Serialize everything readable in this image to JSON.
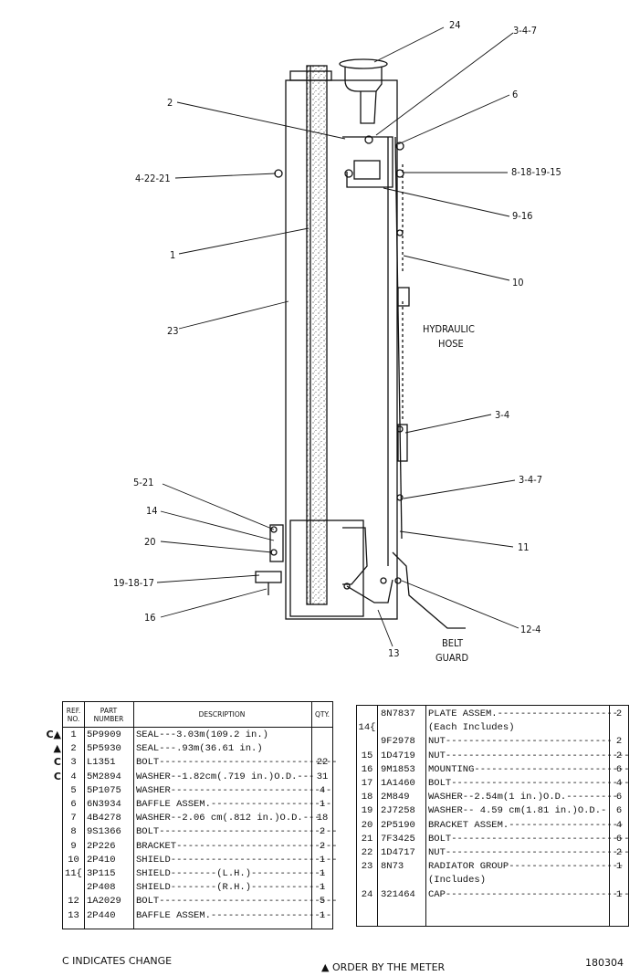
{
  "drawing": {
    "callouts": [
      "24",
      "3-4-7",
      "2",
      "6",
      "4-22-21",
      "8-18-19-15",
      "9-16",
      "1",
      "10",
      "23",
      "3-4",
      "3-4-7",
      "5-21",
      "14",
      "20",
      "11",
      "19-18-17",
      "12-4",
      "16",
      "13"
    ],
    "labels": {
      "hydraulic_hose_1": "HYDRAULIC",
      "hydraulic_hose_2": "HOSE",
      "belt_guard_1": "BELT",
      "belt_guard_2": "GUARD"
    }
  },
  "table_left": {
    "headers": {
      "ref_line1": "REF.",
      "ref_line2": "NO.",
      "part_line1": "PART",
      "part_line2": "NUMBER",
      "description": "DESCRIPTION",
      "qty": "QTY."
    },
    "rows": [
      {
        "mark": "C▲",
        "ref": "1",
        "part": "5P9909",
        "desc": "SEAL---3.03m(109.2 in.)",
        "qty": ""
      },
      {
        "mark": "▲",
        "ref": "2",
        "part": "5P5930",
        "desc": "SEAL---.93m(36.61 in.)",
        "qty": ""
      },
      {
        "mark": "C",
        "ref": "3",
        "part": "L1351",
        "desc": "BOLT-------------------------------",
        "qty": "22"
      },
      {
        "mark": "C",
        "ref": "4",
        "part": "5M2894",
        "desc": "WASHER--1.82cm(.719 in.)O.D.---",
        "qty": "31"
      },
      {
        "mark": "",
        "ref": "5",
        "part": "5P1075",
        "desc": "WASHER----------------------------",
        "qty": "4"
      },
      {
        "mark": "",
        "ref": "6",
        "part": "6N3934",
        "desc": "BAFFLE ASSEM.---------------------",
        "qty": "1"
      },
      {
        "mark": "",
        "ref": "7",
        "part": "4B4278",
        "desc": "WASHER--2.06 cm(.812 in.)O.D.---",
        "qty": "18"
      },
      {
        "mark": "",
        "ref": "8",
        "part": "9S1366",
        "desc": "BOLT-------------------------------",
        "qty": "2"
      },
      {
        "mark": "",
        "ref": "9",
        "part": "2P226",
        "desc": "BRACKET----------------------------",
        "qty": "2"
      },
      {
        "mark": "",
        "ref": "10",
        "part": "2P410",
        "desc": "SHIELD-----------------------------",
        "qty": "1"
      },
      {
        "mark": "",
        "ref": "11{",
        "part": "3P115",
        "desc": "SHIELD--------(L.H.)-------------",
        "qty": "1"
      },
      {
        "mark": "",
        "ref": "",
        "part": "2P408",
        "desc": "SHIELD--------(R.H.)-------------",
        "qty": "1"
      },
      {
        "mark": "",
        "ref": "12",
        "part": "1A2029",
        "desc": "BOLT-------------------------------",
        "qty": "5"
      },
      {
        "mark": "",
        "ref": "13",
        "part": "2P440",
        "desc": "BAFFLE ASSEM.---------------------",
        "qty": "1"
      }
    ]
  },
  "table_right": {
    "rows": [
      {
        "ref": "",
        "part": "8N7837",
        "desc": "PLATE ASSEM.---------------------",
        "qty": "2"
      },
      {
        "ref": "14{",
        "part": "",
        "desc": "(Each Includes)",
        "qty": ""
      },
      {
        "ref": "",
        "part": "9F2978",
        "desc": "   NUT-----------------------------",
        "qty": "2"
      },
      {
        "ref": "15",
        "part": "1D4719",
        "desc": "NUT--------------------------------",
        "qty": "2"
      },
      {
        "ref": "16",
        "part": "9M1853",
        "desc": "MOUNTING---------------------------",
        "qty": "6"
      },
      {
        "ref": "17",
        "part": "1A1460",
        "desc": "BOLT-------------------------------",
        "qty": "4"
      },
      {
        "ref": "18",
        "part": "2M849",
        "desc": "WASHER--2.54m(1 in.)O.D.---------",
        "qty": "6"
      },
      {
        "ref": "19",
        "part": "2J7258",
        "desc": "WASHER-- 4.59 cm(1.81 in.)O.D.-",
        "qty": "6"
      },
      {
        "ref": "20",
        "part": "2P5190",
        "desc": "BRACKET ASSEM.--------------------",
        "qty": "4"
      },
      {
        "ref": "21",
        "part": "7F3425",
        "desc": "BOLT-------------------------------",
        "qty": "6"
      },
      {
        "ref": "22",
        "part": "1D4717",
        "desc": "NUT--------------------------------",
        "qty": "2"
      },
      {
        "ref": "23",
        "part": "8N73",
        "desc": "RADIATOR GROUP--------------------",
        "qty": "1"
      },
      {
        "ref": "",
        "part": "",
        "desc": "(Includes)",
        "qty": ""
      },
      {
        "ref": "24",
        "part": "321464",
        "desc": "CAP--------------------------------",
        "qty": "1"
      }
    ]
  },
  "footer": {
    "left": "C INDICATES CHANGE",
    "middle": "▲ ORDER BY THE METER",
    "right": "180304"
  }
}
